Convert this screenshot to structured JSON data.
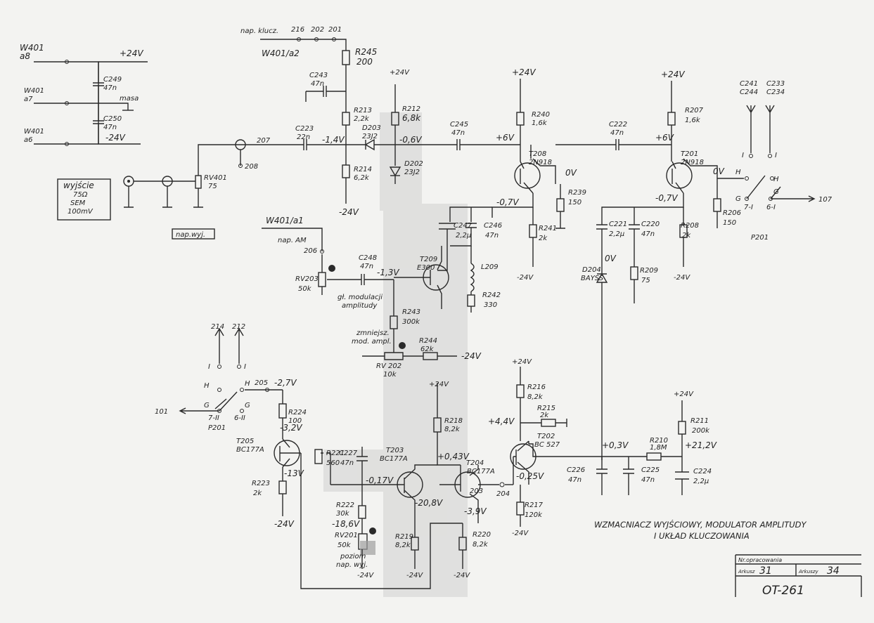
{
  "connectors": {
    "w401_a8": "W401\na8",
    "w401_a7": "W401\na7",
    "w401_a6": "W401\na6",
    "plus24_top_left": "+24V",
    "minus24_top_left": "-24V",
    "masa": "masa",
    "c249": "C249",
    "c249_val": "47n",
    "c250": "C250",
    "c250_val": "47n",
    "nap_klucz": "nap. klucz.",
    "pin216": "216",
    "pin202": "202",
    "pin201": "201",
    "w401_a2": "W401/a2",
    "w401_a1": "W401/a1",
    "nap_am": "nap. AM",
    "pin207": "207",
    "pin208": "208",
    "pin206": "206",
    "pin205": "205",
    "pin204": "204",
    "pin203": "203",
    "pin214": "214",
    "pin212": "212",
    "pin101": "101",
    "pin107": "107"
  },
  "output_box": {
    "line1": "wyjście",
    "line2": "75Ω",
    "line3": "SEM",
    "line4": "100mV"
  },
  "nap_wyj": "nap.wyj.",
  "components": {
    "r245": "R245",
    "r245_val": "200",
    "c243": "C243",
    "c243_val": "47n",
    "r213": "R213",
    "r213_val": "2,2k",
    "r214": "R214",
    "r214_val": "6,2k",
    "c223": "C223",
    "c223_val": "22n",
    "rv401": "RV401",
    "rv401_val": "75",
    "d203": "D203",
    "d203_val": "23J2",
    "d202": "D202",
    "d202_val": "23J2",
    "r212": "R212",
    "r212_val": "6,8k",
    "c245": "C245",
    "c245_val": "47n",
    "r240": "R240",
    "r240_val": "1,6k",
    "t208": "T208",
    "t208_type": "2N918",
    "r239": "R239",
    "r239_val": "150",
    "r241": "R241",
    "r241_val": "2k",
    "c247": "C247",
    "c247_val": "2,2μ",
    "c246": "C246",
    "c246_val": "47n",
    "c222": "C222",
    "c222_val": "47n",
    "r207": "R207",
    "r207_val": "1,6k",
    "t201": "T201",
    "t201_type": "2N918",
    "r206": "R206",
    "r206_val": "150",
    "c221": "C221",
    "c221_val": "2,2μ",
    "c220": "C220",
    "c220_val": "47n",
    "r208": "R208",
    "r208_val": "2k",
    "r209": "R209",
    "r209_val": "75",
    "d204": "D204",
    "d204_val": "BAYSS",
    "c244": "C241\nC244",
    "c233": "C233\nC234",
    "c248": "C248",
    "c248_val": "47n",
    "rv203": "RV203",
    "rv203_val": "50k",
    "t209": "T209",
    "t209_type": "E300",
    "l209": "L209",
    "r242": "R242",
    "r242_val": "330",
    "r243": "R243",
    "r243_val": "300k",
    "r244": "R244",
    "r244_val": "62k",
    "rv202": "RV 202",
    "rv202_val": "10k",
    "r224": "R224",
    "r224_val": "100",
    "t205": "T205",
    "t205_type": "BC177A",
    "r223": "R223",
    "r223_val": "2k",
    "r221": "R221",
    "r221_val": "560",
    "c227": "C227",
    "c227_val": "47n",
    "t203": "T203",
    "t203_type": "BC177A",
    "t204": "T204",
    "t204_type": "BC177A",
    "r218": "R218",
    "r218_val": "8,2k",
    "r222": "R222",
    "r222_val": "30k",
    "rv201": "RV201",
    "rv201_val": "50k",
    "r219": "R219",
    "r219_val": "8,2k",
    "r220": "R220",
    "r220_val": "8,2k",
    "r216": "R216",
    "r216_val": "8,2k",
    "r215": "R215",
    "r215_val": "2k",
    "t202": "T202",
    "t202_type": "BC 527",
    "r217": "R217",
    "r217_val": "120k",
    "c226": "C226",
    "c226_val": "47n",
    "c225": "C225",
    "c225_val": "47n",
    "r210": "R210",
    "r210_val": "1,8M",
    "r211": "R211",
    "r211_val": "200k",
    "c224": "C224",
    "c224_val": "2,2μ",
    "p201_top": "P201",
    "p201_bot": "P201"
  },
  "voltages": {
    "v_14": "-1,4V",
    "v_06": "-0,6V",
    "v_6a": "+6V",
    "v_6b": "+6V",
    "v_0a": "0V",
    "v_0b": "0V",
    "v_07a": "-0,7V",
    "v_07b": "-0,7V",
    "v_0c": "0V",
    "v_13": "-1,3V",
    "v_27": "-2,7V",
    "v_32": "-3,2V",
    "v_13b": "-13V",
    "v_017": "-0,17V",
    "v_043": "+0,43V",
    "v_208": "-20,8V",
    "v_39": "-3,9V",
    "v_186": "-18,6V",
    "v_44": "+4,4V",
    "v_025": "-0,25V",
    "v_03": "+0,3V",
    "v_212": "+21,2V",
    "p24a": "+24V",
    "p24b": "+24V",
    "p24c": "+24V",
    "p24d": "+24V",
    "p24e": "+24V",
    "p24f": "+24V",
    "m24a": "-24V",
    "m24b": "-24V",
    "m24c": "-24V",
    "m24d": "-24V",
    "m24e": "-24V",
    "m24f": "-24V",
    "m24g": "-24V",
    "m24h": "-24V",
    "m24i": "-24V",
    "m24j": "-24V"
  },
  "annotations": {
    "gl_modulacji_1": "gł. modulacji",
    "gl_modulacji_2": "amplitudy",
    "zmniejsz_1": "zmniejsz.",
    "zmniejsz_2": "mod. ampl.",
    "poziom_1": "poziom",
    "poziom_2": "nap. wyj.",
    "sw_I": "I",
    "sw_II": "I",
    "sw_H": "H",
    "sw_G": "G",
    "sw_7I": "7-I",
    "sw_6I": "6-I",
    "sw_7II": "7-II",
    "sw_6II": "6-II"
  },
  "title": {
    "line1": "WZMACNIACZ WYJŚCIOWY, MODULATOR AMPLITUDY",
    "line2": "I UKŁAD KLUCZOWANIA"
  },
  "title_block": {
    "header": "Nr.opracowania",
    "arkusz_label": "Arkusz",
    "arkusz_val": "31",
    "arkuszy_label": "Arkuszy",
    "arkuszy_val": "34",
    "doc": "OT-261"
  }
}
